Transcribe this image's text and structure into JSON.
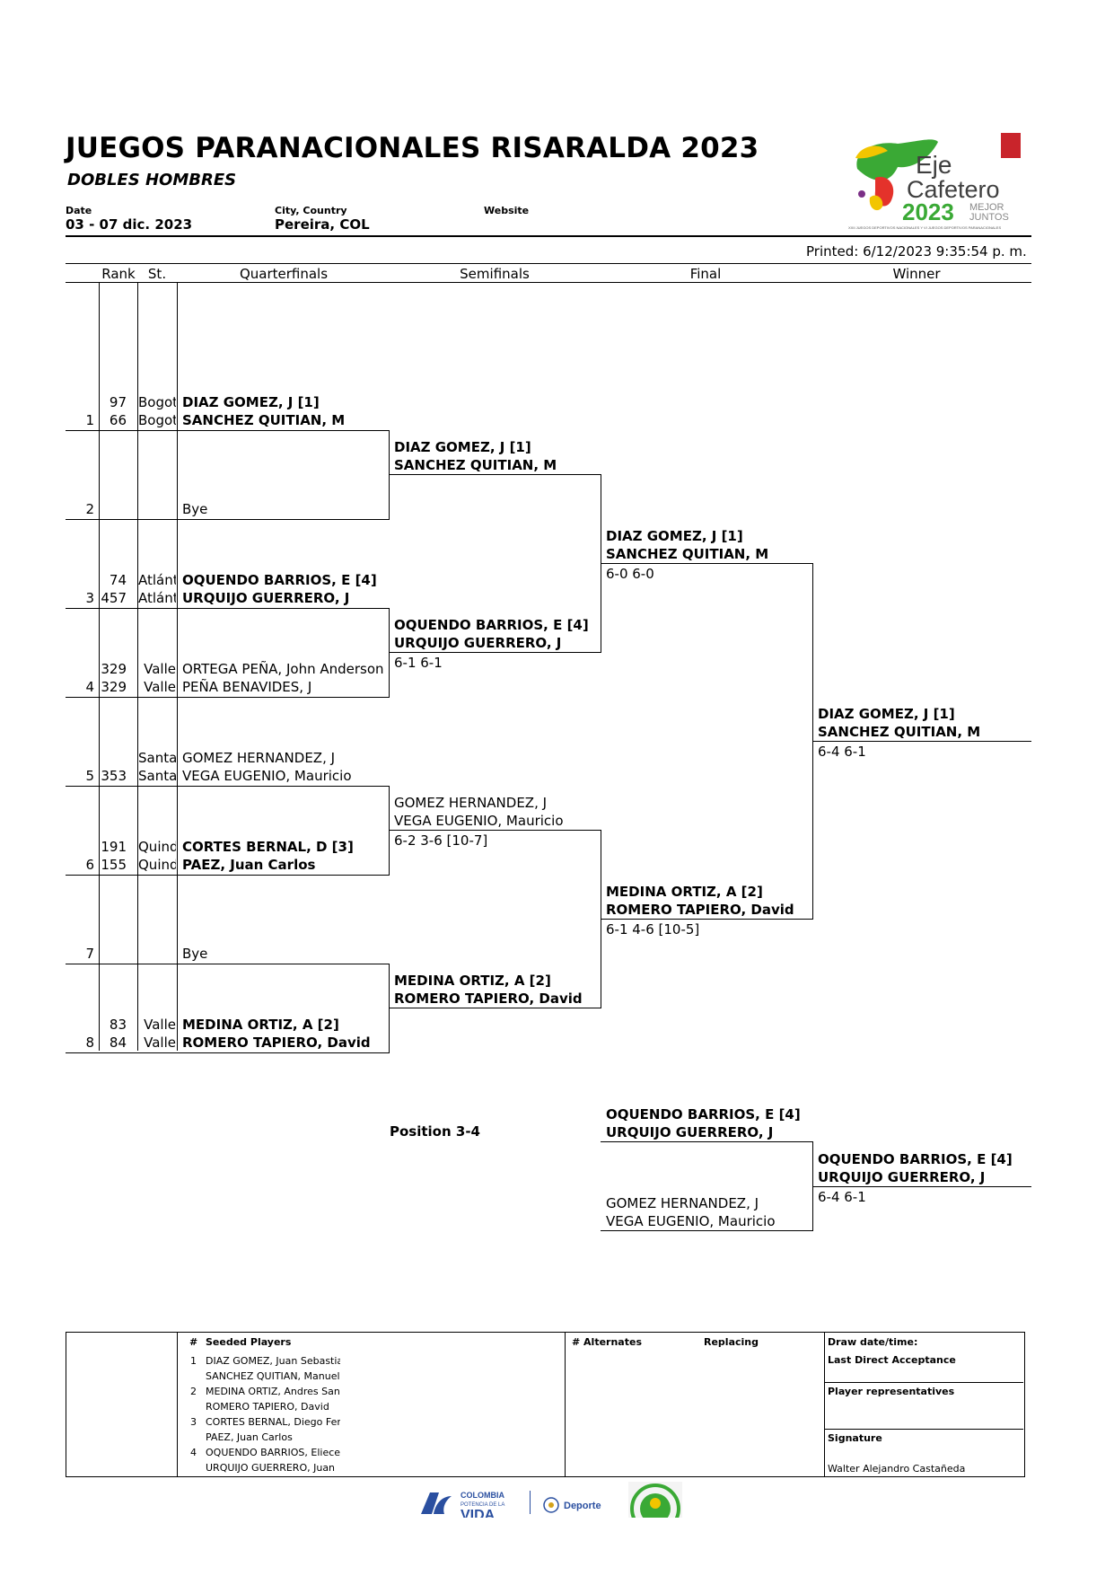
{
  "header": {
    "title": "JUEGOS PARANACIONALES RISARALDA 2023",
    "subtitle": "DOBLES HOMBRES",
    "date_label": "Date",
    "date_value": "03 - 07 dic. 2023",
    "city_label": "City, Country",
    "city_value": "Pereira, COL",
    "website_label": "Website",
    "printed": "Printed: 6/12/2023 9:35:54 p. m."
  },
  "logo": {
    "line1": "Eje",
    "line2": "Cafetero",
    "year": "2023",
    "tag1": "MEJOR",
    "tag2": "JUNTOS",
    "fine": "XXII JUEGOS DEPORTIVOS NACIONALES Y VI JUEGOS DEPORTIVOS PARANACIONALES"
  },
  "columns": {
    "rank": "Rank",
    "st": "St.",
    "qf": "Quarterfinals",
    "sf": "Semifinals",
    "final": "Final",
    "winner": "Winner"
  },
  "draw": [
    {
      "pos": "1",
      "rank1": "97",
      "rank2": "66",
      "st1": "Bogotá D",
      "st2": "Bogotá D",
      "p1": "DIAZ GOMEZ, J [1]",
      "p2": "SANCHEZ QUITIAN, M"
    },
    {
      "pos": "2",
      "bye": "Bye"
    },
    {
      "pos": "3",
      "rank1": "74",
      "rank2": "457",
      "st1": "Atlántico",
      "st2": "Atlántico",
      "p1": "OQUENDO BARRIOS, E [4]",
      "p2": "URQUIJO GUERRERO, J"
    },
    {
      "pos": "4",
      "rank1": "329",
      "rank2": "329",
      "st1": "Valle",
      "st2": "Valle",
      "p1": "ORTEGA PEÑA, John Anderson",
      "p2": "PEÑA BENAVIDES, J"
    },
    {
      "pos": "5",
      "rank1": "",
      "rank2": "353",
      "st1": "Santander",
      "st2": "Santander",
      "p1": "GOMEZ HERNANDEZ, J",
      "p2": "VEGA EUGENIO, Mauricio"
    },
    {
      "pos": "6",
      "rank1": "191",
      "rank2": "155",
      "st1": "Quindío",
      "st2": "Quindío",
      "p1": "CORTES BERNAL, D [3]",
      "p2": "PAEZ, Juan Carlos"
    },
    {
      "pos": "7",
      "bye": "Bye"
    },
    {
      "pos": "8",
      "rank1": "83",
      "rank2": "84",
      "st1": "Valle",
      "st2": "Valle",
      "p1": "MEDINA ORTIZ, A [2]",
      "p2": "ROMERO TAPIERO, David"
    }
  ],
  "semifinals": [
    {
      "p1": "DIAZ GOMEZ, J [1]",
      "p2": "SANCHEZ QUITIAN, M",
      "score": ""
    },
    {
      "p1": "OQUENDO BARRIOS, E [4]",
      "p2": "URQUIJO GUERRERO, J",
      "score": "6-1 6-1"
    },
    {
      "p1": "GOMEZ HERNANDEZ, J",
      "p2": "VEGA EUGENIO, Mauricio",
      "score": "6-2 3-6 [10-7]"
    },
    {
      "p1": "MEDINA ORTIZ, A [2]",
      "p2": "ROMERO TAPIERO, David",
      "score": ""
    }
  ],
  "final": [
    {
      "p1": "DIAZ GOMEZ, J [1]",
      "p2": "SANCHEZ QUITIAN, M",
      "score": "6-0 6-0"
    },
    {
      "p1": "MEDINA ORTIZ, A [2]",
      "p2": "ROMERO TAPIERO, David",
      "score": "6-1 4-6 [10-5]"
    }
  ],
  "winner": {
    "p1": "DIAZ GOMEZ, J [1]",
    "p2": "SANCHEZ QUITIAN, M",
    "score": "6-4 6-1"
  },
  "third_place": {
    "label": "Position 3-4",
    "a_p1": "OQUENDO BARRIOS, E [4]",
    "a_p2": "URQUIJO GUERRERO, J",
    "b_p1": "GOMEZ HERNANDEZ, J",
    "b_p2": "VEGA EUGENIO, Mauricio",
    "w_p1": "OQUENDO BARRIOS, E [4]",
    "w_p2": "URQUIJO GUERRERO, J",
    "score": "6-4 6-1"
  },
  "footer": {
    "seeded_hash": "#",
    "seeded_title": "Seeded Players",
    "seeds": [
      {
        "n": "1",
        "a": "DIAZ GOMEZ, Juan Sebastian",
        "b": "SANCHEZ QUITIAN, Manuel"
      },
      {
        "n": "2",
        "a": "MEDINA ORTIZ, Andres Santiago",
        "b": "ROMERO TAPIERO, David"
      },
      {
        "n": "3",
        "a": "CORTES BERNAL, Diego Fernando",
        "b": "PAEZ, Juan Carlos"
      },
      {
        "n": "4",
        "a": "OQUENDO BARRIOS, Eliecer",
        "b": "URQUIJO GUERRERO, Juan"
      }
    ],
    "alternates": "# Alternates",
    "replacing": "Replacing",
    "draw_datetime": "Draw date/time:",
    "last_direct": "Last Direct Acceptance",
    "player_reps": "Player representatives",
    "signature": "Signature",
    "signer": "Walter Alejandro Castañeda"
  },
  "sponsors": {
    "colombia1": "COLOMBIA",
    "colombia2": "POTENCIA DE LA",
    "colombia3": "VIDA",
    "deporte": "Deporte"
  },
  "colors": {
    "logo_green": "#3aa935",
    "logo_yellow": "#f2c500",
    "logo_red": "#e4322b",
    "logo_gray": "#3f3f3f",
    "logo_purple": "#7b2f86"
  }
}
